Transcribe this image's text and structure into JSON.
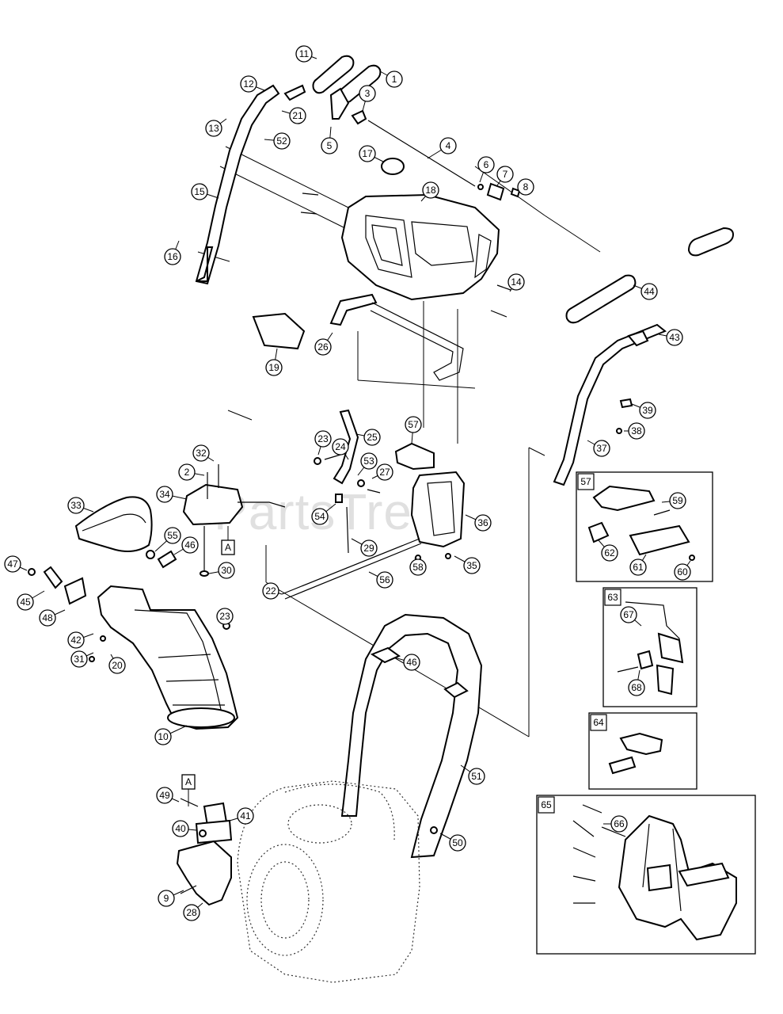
{
  "watermark": "PartsTree",
  "callouts": [
    "1",
    "2",
    "3",
    "4",
    "5",
    "6",
    "7",
    "8",
    "9",
    "10",
    "11",
    "12",
    "13",
    "14",
    "15",
    "16",
    "17",
    "18",
    "19",
    "20",
    "21",
    "22",
    "23",
    "23",
    "24",
    "25",
    "26",
    "27",
    "28",
    "29",
    "30",
    "31",
    "32",
    "33",
    "34",
    "35",
    "36",
    "37",
    "38",
    "39",
    "40",
    "41",
    "42",
    "43",
    "44",
    "45",
    "46",
    "46",
    "47",
    "48",
    "49",
    "50",
    "51",
    "52",
    "53",
    "54",
    "55",
    "56",
    "57",
    "58",
    "59",
    "60",
    "61",
    "62",
    "63",
    "64",
    "65",
    "66",
    "67",
    "68"
  ],
  "reference_marks": [
    "A",
    "A"
  ],
  "detail_boxes": [
    {
      "tag": "57",
      "contents": [
        "59",
        "60",
        "61",
        "62"
      ]
    },
    {
      "tag": "63",
      "contents": [
        "67",
        "68"
      ]
    },
    {
      "tag": "64",
      "contents": []
    },
    {
      "tag": "65",
      "contents": [
        "66"
      ]
    }
  ]
}
